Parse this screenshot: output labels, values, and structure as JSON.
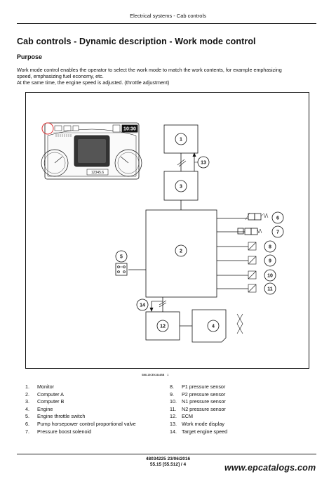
{
  "header": {
    "running_head": "Electrical systems - Cab controls"
  },
  "section": {
    "title": "Cab controls - Dynamic description - Work mode control",
    "subtitle": "Purpose",
    "paragraph_1": "Work mode control enables the operator to select the work mode to match the work contents, for example emphasizing",
    "paragraph_2": "speed, emphasizing fuel economy, etc.",
    "paragraph_3": "At the same time, the engine speed is adjusted.  (throttle adjustment)"
  },
  "figure": {
    "reference": "SMIL15CEX2444BB",
    "reference_index": "1",
    "monitor_clock": "10:30",
    "monitor_hours": "12345.6",
    "callouts": [
      "1",
      "2",
      "3",
      "4",
      "5",
      "6",
      "7",
      "8",
      "9",
      "10",
      "11",
      "12",
      "13",
      "14"
    ]
  },
  "legend": {
    "left": [
      {
        "num": "1.",
        "text": "Monitor"
      },
      {
        "num": "2.",
        "text": "Computer A"
      },
      {
        "num": "3.",
        "text": "Computer B"
      },
      {
        "num": "4.",
        "text": "Engine"
      },
      {
        "num": "5.",
        "text": "Engine throttle switch"
      },
      {
        "num": "6.",
        "text": "Pump horsepower control proportional valve"
      },
      {
        "num": "7.",
        "text": "Pressure boost solenoid"
      }
    ],
    "right": [
      {
        "num": "8.",
        "text": "P1 pressure sensor"
      },
      {
        "num": "9.",
        "text": "P2 pressure sensor"
      },
      {
        "num": "10.",
        "text": "N1 pressure sensor"
      },
      {
        "num": "11.",
        "text": "N2 pressure sensor"
      },
      {
        "num": "12.",
        "text": "ECM"
      },
      {
        "num": "13.",
        "text": "Work mode display"
      },
      {
        "num": "14.",
        "text": "Target engine speed"
      }
    ]
  },
  "footer": {
    "doc_code": "48034225 23/06/2016",
    "page_ref": "55.15 [55.512] / 4"
  },
  "watermark": "www.epcatalogs.com"
}
